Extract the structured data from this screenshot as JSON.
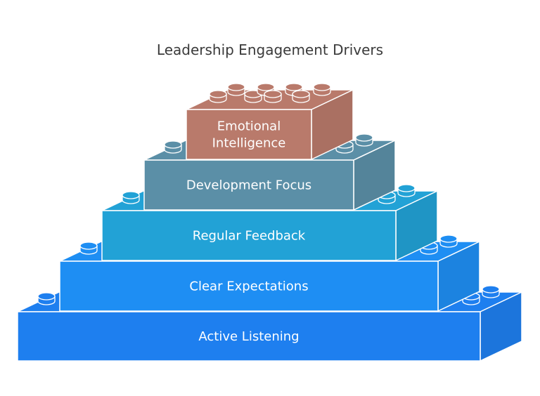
{
  "diagram": {
    "title": "Leadership Engagement Drivers",
    "blocks": [
      {
        "label_lines": [
          "Emotional",
          "Intelligence"
        ],
        "color": "#b97a6b"
      },
      {
        "label_lines": [
          "Development Focus"
        ],
        "color": "#5b8fa7"
      },
      {
        "label_lines": [
          "Regular Feedback"
        ],
        "color": "#22a2d6"
      },
      {
        "label_lines": [
          "Clear Expectations"
        ],
        "color": "#1e8ef3"
      },
      {
        "label_lines": [
          "Active Listening"
        ],
        "color": "#1e7fef"
      }
    ]
  }
}
